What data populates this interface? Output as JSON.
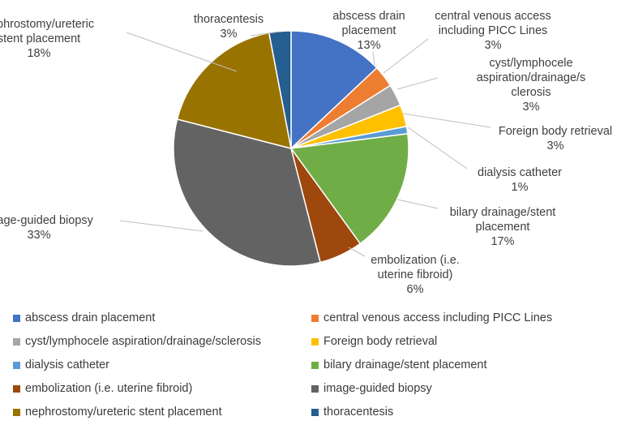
{
  "chart_data": {
    "type": "pie",
    "slices": [
      {
        "label": "abscess drain placement",
        "value": 13,
        "pct_label": "13%",
        "color": "#4472C4",
        "callout_lines": [
          "abscess drain",
          "placement"
        ]
      },
      {
        "label": "central venous access including PICC Lines",
        "value": 3,
        "pct_label": "3%",
        "color": "#ED7D31",
        "callout_lines": [
          "central venous access",
          "including PICC Lines"
        ]
      },
      {
        "label": "cyst/lymphocele aspiration/drainage/sclerosis",
        "value": 3,
        "pct_label": "3%",
        "color": "#A5A5A5",
        "callout_lines": [
          "cyst/lymphocele",
          "aspiration/drainage/s",
          "clerosis"
        ]
      },
      {
        "label": "Foreign body retrieval",
        "value": 3,
        "pct_label": "3%",
        "color": "#FFC000",
        "callout_lines": [
          "Foreign body retrieval"
        ]
      },
      {
        "label": "dialysis catheter",
        "value": 1,
        "pct_label": "1%",
        "color": "#5B9BD5",
        "callout_lines": [
          "dialysis catheter"
        ]
      },
      {
        "label": "bilary drainage/stent placement",
        "value": 17,
        "pct_label": "17%",
        "color": "#70AD47",
        "callout_lines": [
          "bilary drainage/stent",
          "placement"
        ]
      },
      {
        "label": "embolization (i.e. uterine fibroid)",
        "value": 6,
        "pct_label": "6%",
        "color": "#9E480E",
        "callout_lines": [
          "embolization (i.e.",
          "uterine fibroid)"
        ]
      },
      {
        "label": "image-guided biopsy",
        "value": 33,
        "pct_label": "33%",
        "color": "#636363",
        "callout_lines": [
          "image-guided biopsy"
        ]
      },
      {
        "label": "nephrostomy/ureteric stent placement",
        "value": 18,
        "pct_label": "18%",
        "color": "#997300",
        "callout_lines": [
          "nephrostomy/ureteric",
          "stent placement"
        ]
      },
      {
        "label": "thoracentesis",
        "value": 3,
        "pct_label": "3%",
        "color": "#255E91",
        "callout_lines": [
          "thoracentesis"
        ]
      }
    ],
    "legend_position": "bottom"
  }
}
